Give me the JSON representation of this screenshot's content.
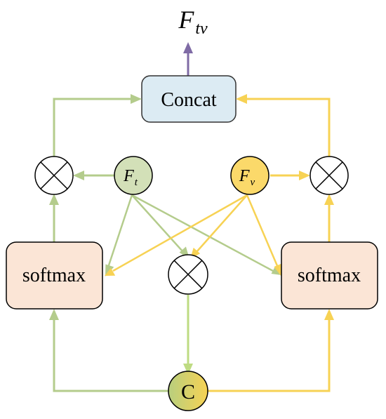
{
  "output": {
    "symbol": "F",
    "subscript": "tv"
  },
  "concat": {
    "label": "Concat"
  },
  "softmax_left": {
    "label": "softmax"
  },
  "softmax_right": {
    "label": "softmax"
  },
  "ft_node": {
    "symbol": "F",
    "subscript": "t"
  },
  "fv_node": {
    "symbol": "F",
    "subscript": "v"
  },
  "combine_node": {
    "label": "C"
  },
  "colors": {
    "green": "#b4cc8c",
    "yellow": "#f7d254",
    "purple": "#7f6ba5",
    "concat_fill": "#dcebf3",
    "softmax_fill": "#fbe5d6",
    "ft_fill": "#d3e0b8",
    "fv_fill": "#fbd96a"
  }
}
